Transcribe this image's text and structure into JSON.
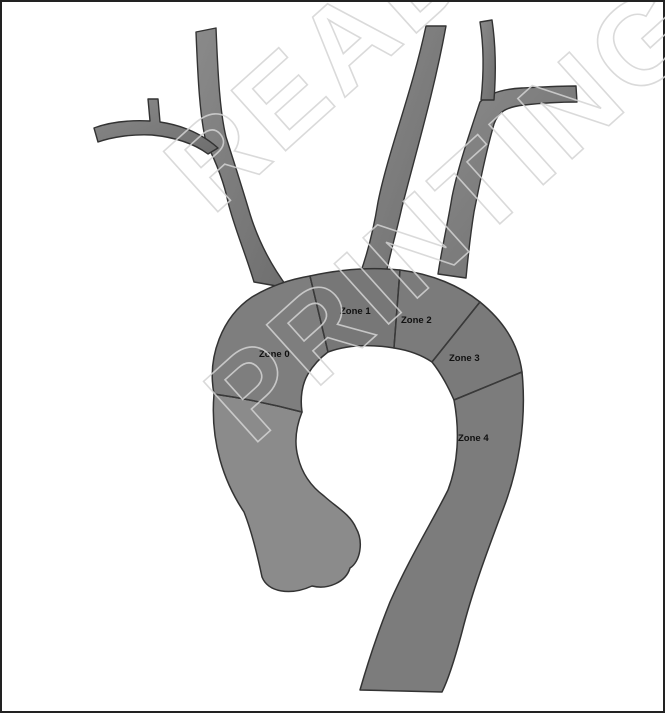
{
  "watermark": {
    "line1": "READY",
    "line2": "PRINTING"
  },
  "zones": {
    "zone0": "Zone 0",
    "zone1": "Zone 1",
    "zone2": "Zone 2",
    "zone3": "Zone 3",
    "zone4": "Zone 4"
  },
  "colors": {
    "vessel": "#7d7d7d",
    "vessel_light": "#8d8d8d",
    "vessel_dark": "#6f6f6f",
    "outline": "#333333",
    "zone_line": "#3a3a3a",
    "watermark": "#d4d4d4"
  }
}
